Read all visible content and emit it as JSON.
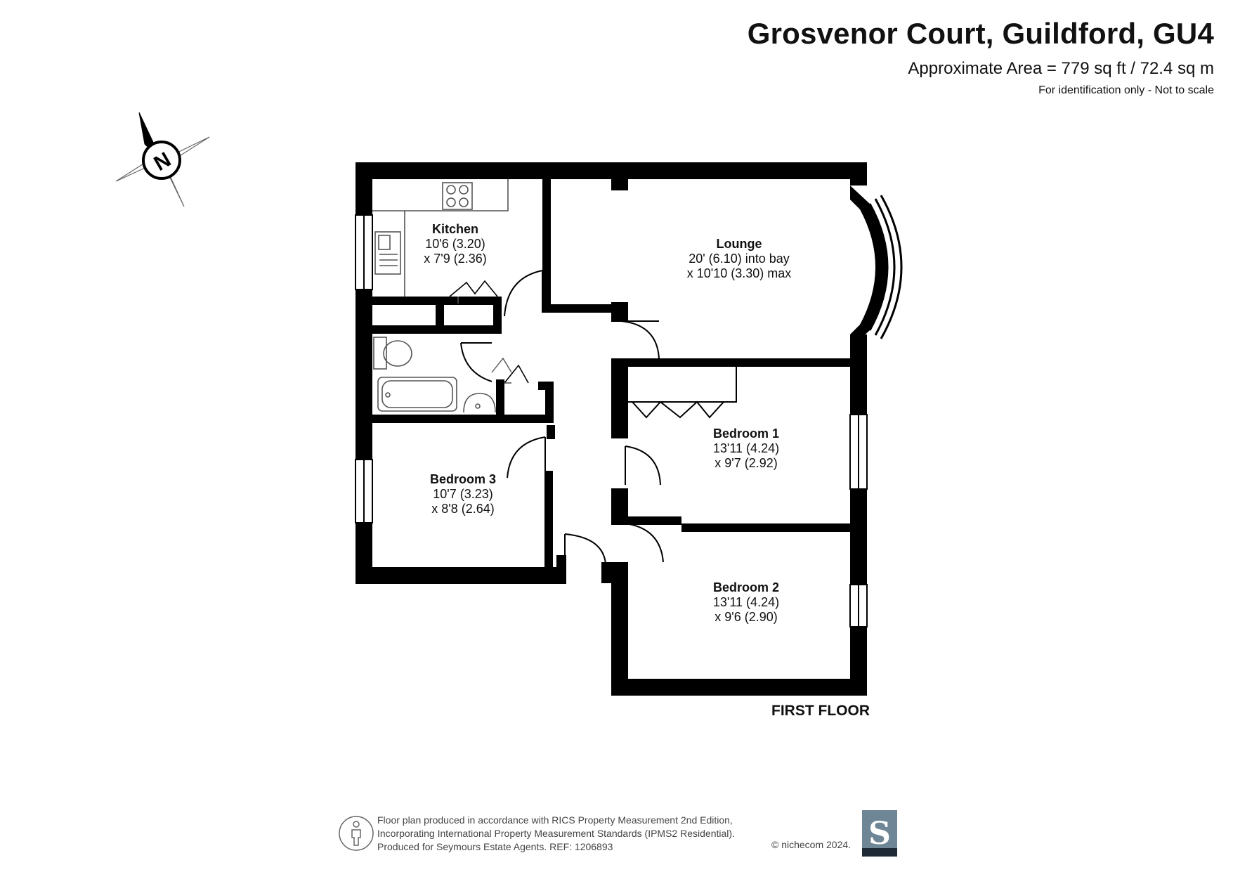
{
  "header": {
    "title": "Grosvenor Court, Guildford, GU4",
    "area": "Approximate Area = 779 sq ft / 72.4 sq m",
    "note": "For identification only - Not to scale"
  },
  "compass": {
    "letter": "N"
  },
  "rooms": {
    "kitchen": {
      "name": "Kitchen",
      "dim1": "10'6 (3.20)",
      "dim2": "x 7'9 (2.36)"
    },
    "lounge": {
      "name": "Lounge",
      "dim1": "20' (6.10) into bay",
      "dim2": "x 10'10 (3.30) max"
    },
    "bedroom1": {
      "name": "Bedroom 1",
      "dim1": "13'11 (4.24)",
      "dim2": "x 9'7 (2.92)"
    },
    "bedroom2": {
      "name": "Bedroom 2",
      "dim1": "13'11 (4.24)",
      "dim2": "x 9'6 (2.90)"
    },
    "bedroom3": {
      "name": "Bedroom 3",
      "dim1": "10'7 (3.23)",
      "dim2": "x 8'8 (2.64)"
    }
  },
  "floor_label": "FIRST FLOOR",
  "footer": {
    "line1": "Floor plan produced in accordance with RICS Property Measurement 2nd Edition,",
    "line2": "Incorporating International Property Measurement Standards (IPMS2 Residential).",
    "line3": "Produced for Seymours Estate Agents.   REF: 1206893",
    "copyright": "© nichecom 2024."
  },
  "logo": {
    "letter": "S"
  },
  "colors": {
    "wall": "#000000",
    "fixture": "#555555",
    "logo_bg": "#6f8697",
    "logo_bar": "#1e2a35"
  }
}
